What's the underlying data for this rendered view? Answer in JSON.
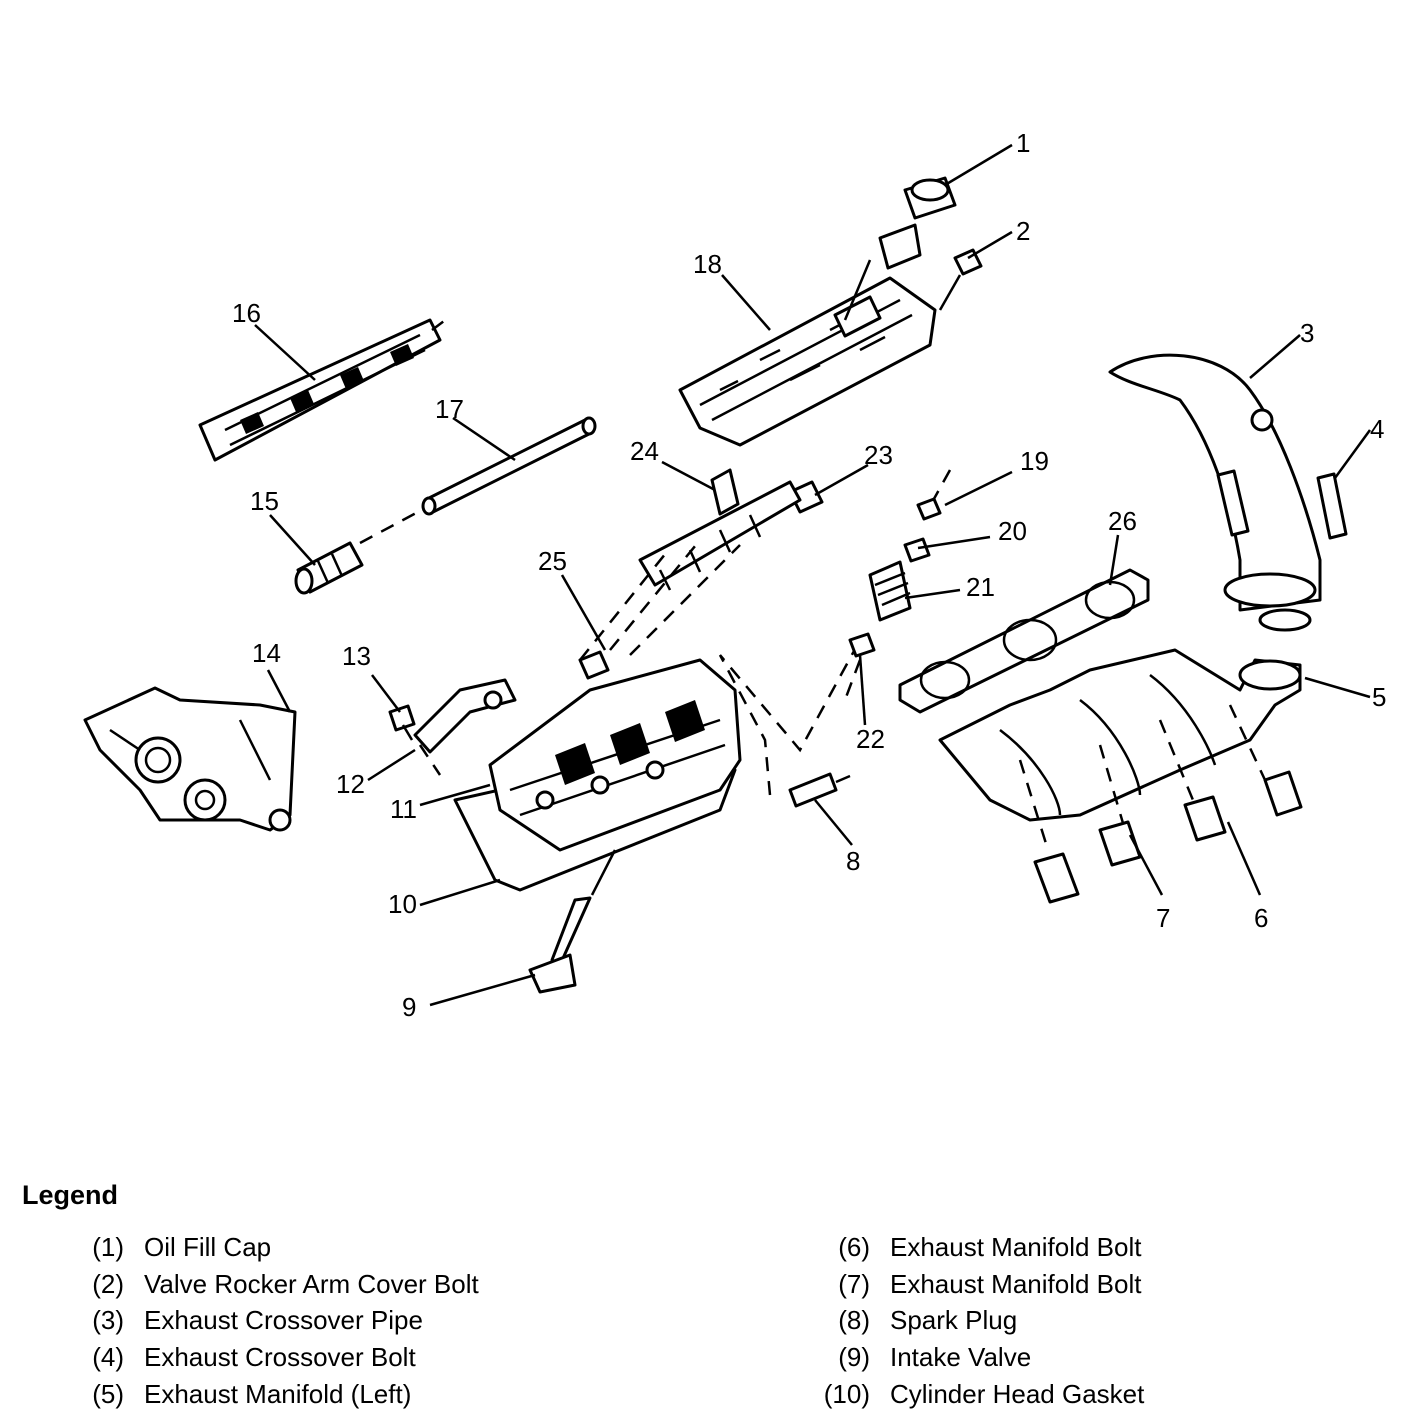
{
  "callouts": [
    "1",
    "2",
    "3",
    "4",
    "5",
    "6",
    "7",
    "8",
    "9",
    "10",
    "11",
    "12",
    "13",
    "14",
    "15",
    "16",
    "17",
    "18",
    "19",
    "20",
    "21",
    "22",
    "23",
    "24",
    "25",
    "26"
  ],
  "legend": {
    "title": "Legend",
    "left": [
      {
        "num": "(1)",
        "label": "Oil Fill Cap"
      },
      {
        "num": "(2)",
        "label": "Valve Rocker Arm Cover Bolt"
      },
      {
        "num": "(3)",
        "label": "Exhaust Crossover Pipe"
      },
      {
        "num": "(4)",
        "label": "Exhaust Crossover Bolt"
      },
      {
        "num": "(5)",
        "label": "Exhaust Manifold (Left)"
      }
    ],
    "right": [
      {
        "num": "(6)",
        "label": "Exhaust Manifold Bolt"
      },
      {
        "num": "(7)",
        "label": "Exhaust Manifold Bolt"
      },
      {
        "num": "(8)",
        "label": "Spark Plug"
      },
      {
        "num": "(9)",
        "label": "Intake Valve"
      },
      {
        "num": "(10)",
        "label": "Cylinder Head Gasket"
      }
    ]
  }
}
